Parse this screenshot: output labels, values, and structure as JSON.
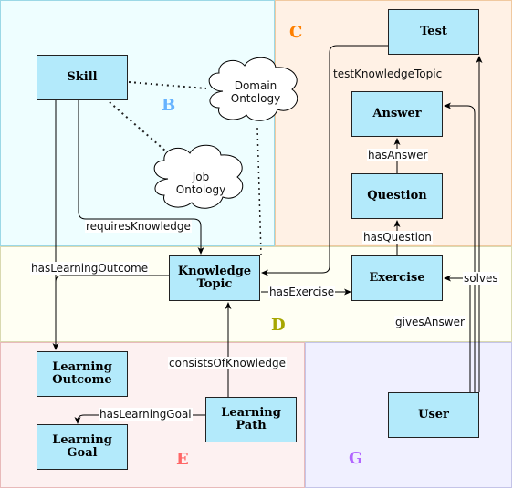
{
  "regions": {
    "b": {
      "label": "B",
      "color": "#66b3ff",
      "fill": "#eefeff"
    },
    "c": {
      "label": "C",
      "color": "#ff8000",
      "fill": "#fff1e5"
    },
    "d": {
      "label": "D",
      "color": "#a6a600",
      "fill": "#fffff3"
    },
    "e": {
      "label": "E",
      "color": "#ff6666",
      "fill": "#fdf1f1"
    },
    "g": {
      "label": "G",
      "color": "#b266ff",
      "fill": "#f0f0ff"
    }
  },
  "nodes": {
    "skill": "Skill",
    "test": "Test",
    "answer": "Answer",
    "question": "Question",
    "exercise": "Exercise",
    "knowledge_topic": "Knowledge\nTopic",
    "learning_outcome": "Learning\nOutcome",
    "learning_path": "Learning\nPath",
    "learning_goal": "Learning\nGoal",
    "user": "User"
  },
  "clouds": {
    "domain_ontology": "Domain\nOntology",
    "job_ontology": "Job\nOntology"
  },
  "edges": {
    "test_knowledge_topic": "testKnowledgeTopic",
    "has_answer": "hasAnswer",
    "has_question": "hasQuestion",
    "requires_knowledge": "requiresKnowledge",
    "has_learning_outcome": "hasLearningOutcome",
    "has_exercise": "hasExercise",
    "solves": "solves",
    "gives_answer": "givesAnswer",
    "consists_of_knowledge": "consistsOfKnowledge",
    "has_learning_goal": "hasLearningGoal"
  },
  "colors": {
    "node_fill": "#b3eafb",
    "node_border": "#222222",
    "edge": "#000000"
  }
}
